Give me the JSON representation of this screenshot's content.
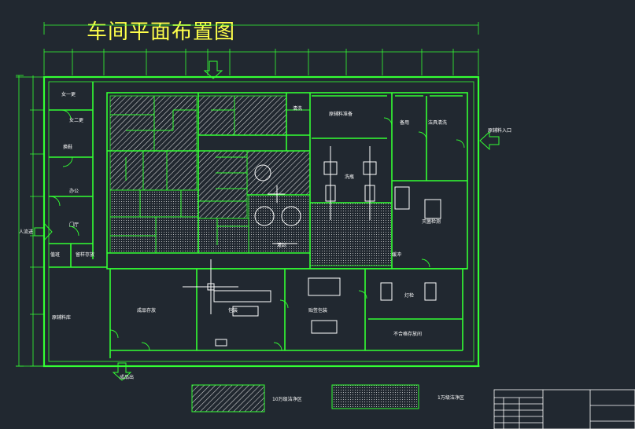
{
  "title": "车间平面布置图",
  "colors": {
    "background": "#212830",
    "walls": "#33ff33",
    "dimensions": "#33ff33",
    "title": "#ffff4a",
    "text": "#ffffff",
    "hatch": "#d9d9d9",
    "cursor": "#ffffff"
  },
  "rooms": {
    "women_changing": "女一更",
    "women_changing2": "女二更",
    "laundry": "换鞋",
    "office": "办公",
    "lobby": "门厅",
    "duty": "值班",
    "sample": "留样存放",
    "vehicle": "原辅料库",
    "personnel_entry": "人流进",
    "wash": "清洗",
    "material_prep": "原辅料准备",
    "material_entry": "原辅料入口",
    "spare": "备用",
    "clean_wash": "洁具清洗",
    "inspection": "灭菌检测",
    "blow_fill": "洗瓶",
    "corridor": "缓冲",
    "finished_storage": "成品存放",
    "packing": "包装",
    "labeling": "贴签包装",
    "light_inspect": "灯检",
    "reject_storage": "不合格存放间",
    "product_exit": "成品出",
    "filling": "灌封"
  },
  "legend": [
    {
      "pattern": "hatch",
      "label": "10万级洁净区"
    },
    {
      "pattern": "dots",
      "label": "1万级洁净区"
    }
  ]
}
